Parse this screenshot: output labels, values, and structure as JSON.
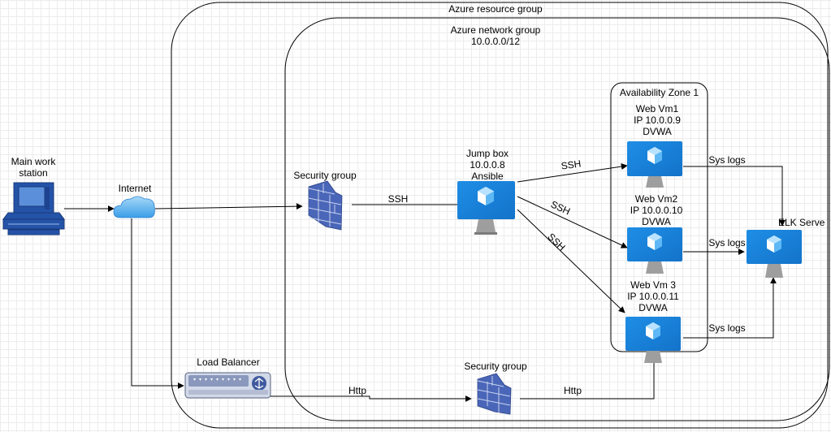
{
  "resource_group": {
    "label": "Azure resource group"
  },
  "network_group": {
    "label": "Azure network group",
    "cidr": "10.0.0.0/12"
  },
  "availability_zone": {
    "label": "Availability Zone 1"
  },
  "workstation": {
    "label_line1": "Main work",
    "label_line2": "station"
  },
  "internet": {
    "label": "Internet"
  },
  "load_balancer": {
    "label": "Load Balancer"
  },
  "security_group_top": {
    "label": "Security group"
  },
  "security_group_bottom": {
    "label": "Security group"
  },
  "jump_box": {
    "line1": "Jump box",
    "line2": "10.0.0.8",
    "line3": "Ansible"
  },
  "web_vm1": {
    "line1": "Web Vm1",
    "line2": "IP 10.0.0.9",
    "line3": "DVWA"
  },
  "web_vm2": {
    "line1": "Web Vm2",
    "line2": "IP 10.0.0.10",
    "line3": "DVWA"
  },
  "web_vm3": {
    "line1": "Web Vm 3",
    "line2": "IP 10.0.0.11",
    "line3": "DVWA"
  },
  "elk": {
    "label": "ELK Serve"
  },
  "edges": {
    "ssh_to_jump": "SSH",
    "ssh_to_vm1": "SSH",
    "ssh_to_vm2": "SSH",
    "ssh_to_vm3": "SSH",
    "http_lb": "Http",
    "http_sg": "Http",
    "syslogs_vm1": "Sys logs",
    "syslogs_vm2": "Sys logs",
    "syslogs_vm3": "Sys logs"
  },
  "colors": {
    "azure_blue": "#1e88e5",
    "azure_light": "#5eb8f5",
    "firewall": "#4a66b8",
    "stand": "#9e9e9e",
    "workstation": "#2453a8"
  }
}
